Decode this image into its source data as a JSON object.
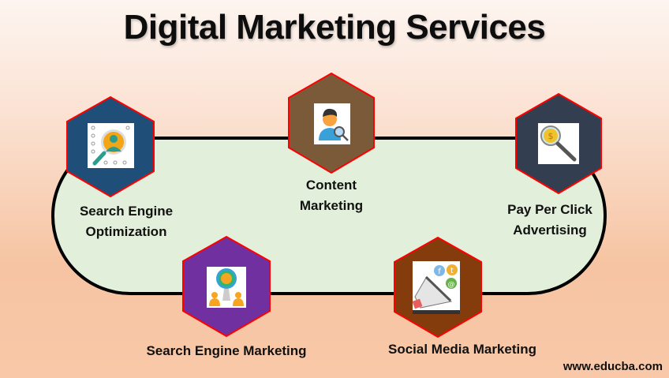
{
  "title": "Digital Marketing Services",
  "footer": "www.educba.com",
  "colors": {
    "track_fill": "#e2efda",
    "track_stroke": "#000000",
    "hex_border": "#ff0000"
  },
  "services": [
    {
      "label_line1": "Search Engine",
      "label_line2": "Optimization",
      "color": "#1f4e79",
      "icon": "seo-magnifier-person-icon"
    },
    {
      "label_line1": "Content",
      "label_line2": "Marketing",
      "color": "#7b5a3a",
      "icon": "person-search-icon"
    },
    {
      "label_line1": "Pay Per Click",
      "label_line2": "Advertising",
      "color": "#333f50",
      "icon": "dollar-magnifier-icon"
    },
    {
      "label_line1": "Search Engine Marketing",
      "label_line2": "",
      "color": "#7030a0",
      "icon": "sem-globe-people-icon"
    },
    {
      "label_line1": "Social Media Marketing",
      "label_line2": "",
      "color": "#843c0c",
      "icon": "megaphone-social-icon"
    }
  ]
}
